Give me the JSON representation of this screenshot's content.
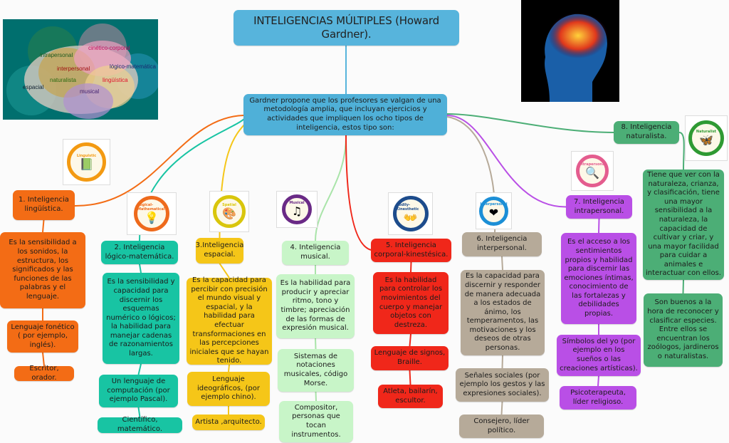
{
  "title": "INTELIGENCIAS MÚLTIPLES (Howard Gardner).",
  "intro": "Gardner propone que los profesores se valgan de una metodología amplia, que incluyan ejercicios y actividades que impliquen los ocho tipos de inteligencia, estos tipo son:",
  "colors": {
    "title_bg": "#57b4dc",
    "intro_bg": "#4fb0d8",
    "brain_bg": "#006f6e",
    "head_bg": "#000000"
  },
  "brain_image": {
    "labels": [
      "intrapersonal",
      "cinético-corporal",
      "interpersonal",
      "lógico-matemática",
      "naturalista",
      "lingüística",
      "espacial",
      "musical"
    ]
  },
  "intelligences": [
    {
      "label": "1. Inteligencia lingüística.",
      "color": "#f36c15",
      "badge": "Linguistic",
      "badge_color": "#f39a12",
      "icon": "book-icon",
      "glyph": "📗",
      "description": "Es la sensibilidad a los sonidos, la estructura, los significados y las funciones de las palabras y el lenguaje.",
      "examples": [
        "Lenguaje fonético ( por ejemplo, inglés).",
        "Escritor, orador."
      ]
    },
    {
      "label": "2. Inteligencia lógico-matemática.",
      "color": "#18c4a3",
      "badge": "Logical-Mathematical",
      "badge_color": "#ee6a1c",
      "icon": "lightbulb-icon",
      "glyph": "💡",
      "description": "Es la sensibilidad y capacidad para discernir los esquemas numérico o lógicos; la habilidad para manejar cadenas de razonamientos largas.",
      "examples": [
        "Un lenguaje de computación (por ejemplo Pascal).",
        "Científico, matemático."
      ]
    },
    {
      "label": "3.Inteligencia espacial.",
      "color": "#f5c618",
      "badge": "Spatial",
      "badge_color": "#d9c60c",
      "icon": "palette-icon",
      "glyph": "🎨",
      "description": "Es la capacidad para percibir con precisión el mundo visual y espacial, y la habilidad para efectuar transformaciones en las percepciones iniciales que se hayan tenido.",
      "examples": [
        "Lenguaje ideográficos, (por ejemplo chino).",
        "Artista ,arquitecto."
      ]
    },
    {
      "label": "4. Inteligencia musical.",
      "color": "#c8f5c8",
      "badge": "Musical",
      "badge_color": "#6a2a86",
      "icon": "music-note-icon",
      "glyph": "♫",
      "description": "Es la habilidad para producir y apreciar ritmo, tono y timbre; apreciación de las formas de expresión musical.",
      "examples": [
        "Sistemas de notaciones musicales, código Morse.",
        "Compositor, personas que tocan instrumentos."
      ]
    },
    {
      "label": "5. Inteligencia corporal-kinestésica.",
      "color": "#f0271a",
      "badge": "Bodily-Kinesthetic",
      "badge_color": "#1d4c8c",
      "icon": "hands-icon",
      "glyph": "👐",
      "description": "Es la habilidad para controlar los movimientos del cuerpo y manejar objetos con destreza.",
      "examples": [
        "Lenguaje de signos, Braille.",
        "Atleta, bailarín, escultor."
      ]
    },
    {
      "label": "6. Inteligencia interpersonal.",
      "color": "#b6aa99",
      "badge": "Interpersonal",
      "badge_color": "#1c8fd6",
      "icon": "heart-icon",
      "glyph": "❤",
      "description": "Es la capacidad para discernir y responder de manera adecuada a los estados de ánimo, los temperamentos, las motivaciones y los deseos de otras personas.",
      "examples": [
        "Señales sociales (por ejemplo los gestos y las expresiones sociales).",
        "Consejero, líder político."
      ]
    },
    {
      "label": "7. Inteligencia intrapersonal.",
      "color": "#b94fe6",
      "badge": "Intrapersonal",
      "badge_color": "#e45d8f",
      "icon": "mirror-icon",
      "glyph": "🔍",
      "description": "Es el acceso a los sentimientos propios y habilidad para discernir las emociones íntimas, conocimiento de las fortalezas y debilidades propias.",
      "examples": [
        "Símbolos del yo (por ejemplo en los sueños o las creaciones artísticas).",
        "Psicoterapeuta, líder religioso."
      ]
    },
    {
      "label": "8. Inteligencia naturalista.",
      "color": "#4cae76",
      "badge": "Naturalist",
      "badge_color": "#2f9a33",
      "icon": "butterfly-icon",
      "glyph": "🦋",
      "description": "Tiene que ver con la naturaleza, crianza, y clasificación, tiene una mayor sensibilidad a la naturaleza, la capacidad de cultivar y criar, y una mayor facilidad para cuidar a animales e interactuar con ellos.",
      "examples": [
        "Son buenos a la hora de reconocer y clasificar especies. Entre ellos se encuentran los zoólogos, jardineros o naturalistas."
      ]
    }
  ]
}
